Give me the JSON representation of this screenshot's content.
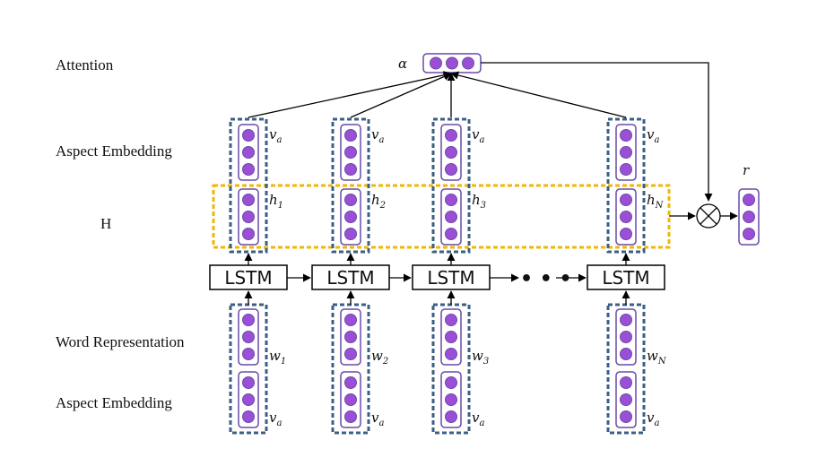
{
  "row_labels": {
    "attention": "Attention",
    "aspect_embedding_top": "Aspect Embedding",
    "h": "H",
    "word_representation": "Word Representation",
    "aspect_embedding_bottom": "Aspect Embedding"
  },
  "attention_symbol": "α",
  "output_symbol": "r",
  "lstm_label": "LSTM",
  "ellipsis": "• • •",
  "columns": [
    {
      "aspect_top": {
        "base": "v",
        "sub": "a"
      },
      "hidden": {
        "base": "h",
        "sub": "1"
      },
      "word": {
        "base": "w",
        "sub": "1"
      },
      "aspect_bottom": {
        "base": "v",
        "sub": "a"
      }
    },
    {
      "aspect_top": {
        "base": "v",
        "sub": "a"
      },
      "hidden": {
        "base": "h",
        "sub": "2"
      },
      "word": {
        "base": "w",
        "sub": "2"
      },
      "aspect_bottom": {
        "base": "v",
        "sub": "a"
      }
    },
    {
      "aspect_top": {
        "base": "v",
        "sub": "a"
      },
      "hidden": {
        "base": "h",
        "sub": "3"
      },
      "word": {
        "base": "w",
        "sub": "3"
      },
      "aspect_bottom": {
        "base": "v",
        "sub": "a"
      }
    },
    {
      "aspect_top": {
        "base": "v",
        "sub": "a"
      },
      "hidden": {
        "base": "h",
        "sub": "N"
      },
      "word": {
        "base": "w",
        "sub": "N"
      },
      "aspect_bottom": {
        "base": "v",
        "sub": "a"
      }
    }
  ],
  "colors": {
    "node_fill": "#9b4fd6",
    "node_stroke": "#6a4aa8",
    "dashed_blue": "#3c5f86",
    "dashed_yellow": "#f2b705",
    "line": "#000000"
  }
}
